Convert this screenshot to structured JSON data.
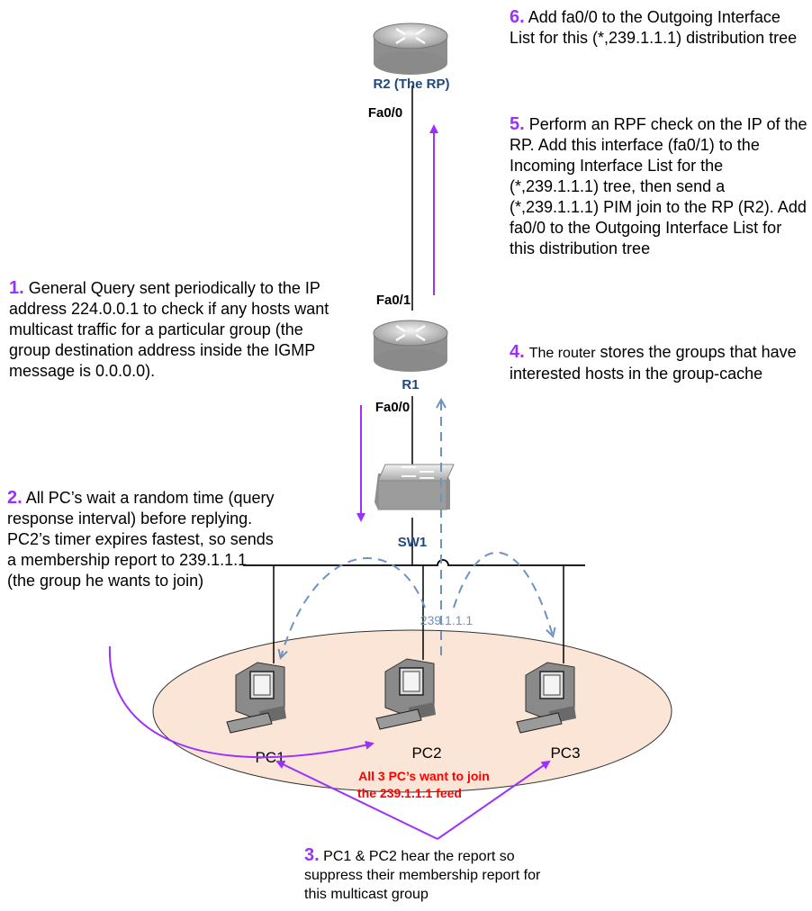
{
  "devices": {
    "r2": {
      "label": "R2 (The RP)",
      "port": "Fa0/0"
    },
    "r1": {
      "label": "R1",
      "port_up": "Fa0/1",
      "port_down": "Fa0/0"
    },
    "sw1": {
      "label": "SW1"
    },
    "pc1": {
      "label": "PC1"
    },
    "pc2": {
      "label": "PC2"
    },
    "pc3": {
      "label": "PC3"
    }
  },
  "annotations": {
    "group_address": "239.1.1.1",
    "group_note_line1": "All 3 PC’s want to join",
    "group_note_line2": "the 239.1.1.1 feed"
  },
  "steps": {
    "s1": {
      "num": "1.",
      "text": "General Query sent periodically to the IP address 224.0.0.1 to check if any hosts want multicast traffic for a particular group (the group destination address inside the IGMP message is 0.0.0.0)."
    },
    "s2": {
      "num": "2.",
      "text": "All PC’s wait a random time (query response interval) before replying. PC2’s timer expires fastest, so sends a membership report to 239.1.1.1 (the group he wants to join)"
    },
    "s3": {
      "num": "3.",
      "text": "PC1 & PC2 hear the report so suppress their membership report for this multicast group"
    },
    "s4": {
      "num": "4.",
      "text_small": "The router",
      "text": "stores the groups that have interested hosts in the group-cache"
    },
    "s5": {
      "num": "5.",
      "text": "Perform an RPF check on the IP of the RP. Add this interface (fa0/1) to the Incoming Interface List for the (*,239.1.1.1) tree, then send a (*,239.1.1.1) PIM join to the RP (R2). Add fa0/0 to the Outgoing Interface List for this distribution tree"
    },
    "s6": {
      "num": "6.",
      "text": "Add fa0/0 to the Outgoing Interface List for this (*,239.1.1.1) distribution tree"
    }
  },
  "colors": {
    "purple_arrow": "#9b30ff",
    "dashed_arrow": "#6f93c0",
    "device_label": "#1f497d",
    "highlight_text": "#ff0000",
    "ellipse_fill": "#fbe5d6"
  }
}
